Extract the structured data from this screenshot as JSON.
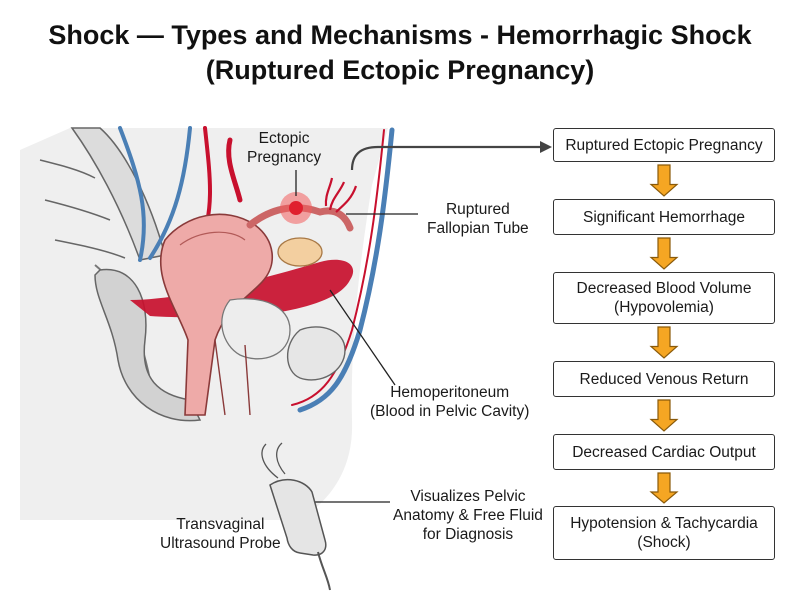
{
  "title": {
    "line1": "Shock — Types and Mechanisms - Hemorrhagic Shock",
    "line2": "(Ruptured Ectopic Pregnancy)"
  },
  "labels": {
    "ectopic_1": "Ectopic",
    "ectopic_2": "Pregnancy",
    "ruptured_1": "Ruptured",
    "ruptured_2": "Fallopian Tube",
    "hemo_1": "Hemoperitoneum",
    "hemo_2": "(Blood in Pelvic Cavity)",
    "visual_1": "Visualizes Pelvic",
    "visual_2": "Anatomy & Free Fluid",
    "visual_3": "for Diagnosis",
    "probe_1": "Transvaginal",
    "probe_2": "Ultrasound Probe"
  },
  "flowchart": {
    "steps": [
      {
        "line1": "Ruptured Ectopic Pregnancy",
        "line2": ""
      },
      {
        "line1": "Significant Hemorrhage",
        "line2": ""
      },
      {
        "line1": "Decreased Blood Volume",
        "line2": "(Hypovolemia)"
      },
      {
        "line1": "Reduced Venous Return",
        "line2": ""
      },
      {
        "line1": "Decreased Cardiac Output",
        "line2": ""
      },
      {
        "line1": "Hypotension & Tachycardia",
        "line2": "(Shock)"
      }
    ]
  },
  "colors": {
    "arrow_fill": "#f5a623",
    "blood_red": "#c8102e",
    "vein_blue": "#4a7fb5",
    "uterus_pink": "#eeaaa8",
    "ovary": "#f3cfa0"
  }
}
